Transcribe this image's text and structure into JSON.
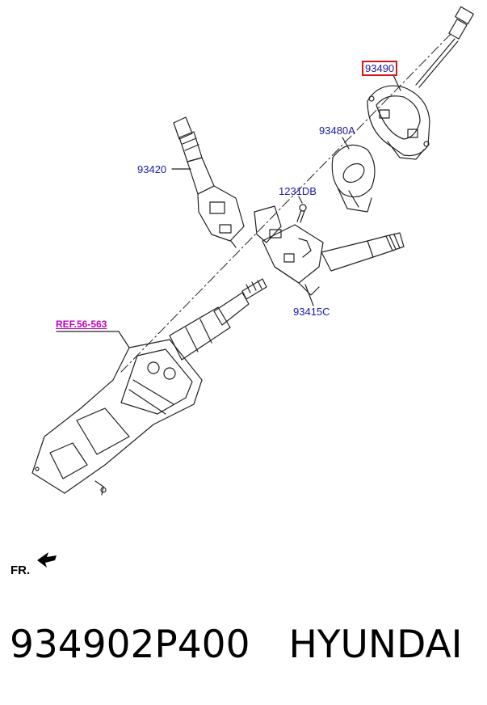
{
  "callouts": {
    "clock_spring": "93490",
    "ring": "93480A",
    "wiper_switch": "93420",
    "bolt": "1231DB",
    "switch_body": "93415C",
    "ref": "REF.56-563"
  },
  "direction_label": "FR.",
  "footer": {
    "part_number": "934902P400",
    "brand": "HYUNDAI"
  }
}
